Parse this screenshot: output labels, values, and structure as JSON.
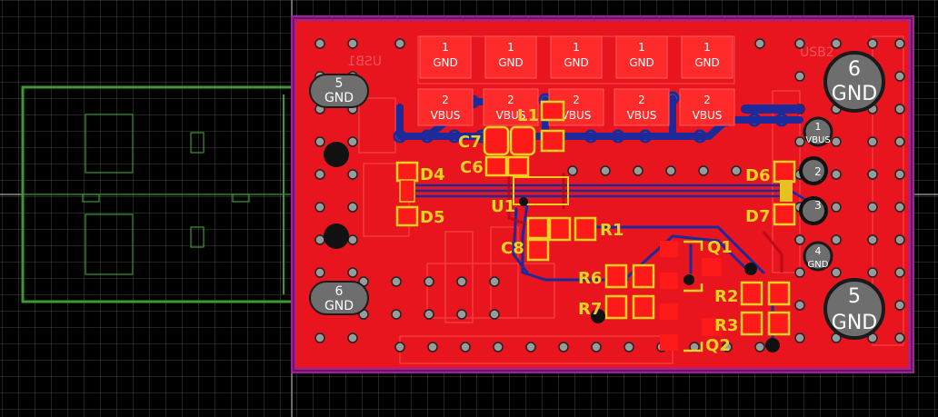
{
  "colors": {
    "background": "#000000",
    "grid": "#5a5a5a",
    "board_fill": "#e8141e",
    "board_outline": "#a020a0",
    "silk": "#f0d020",
    "silk_outline": "#ffffff",
    "copper_pad": "#ff1a1a",
    "pad_outline": "#f0d020",
    "bottom_trace": "#1e2a9a",
    "top_trace": "#d01020",
    "via": "#9a9a9a",
    "mech_outline": "#3a9a30",
    "plated_hole": "#7a7a7a"
  },
  "labels": {
    "usb_left": "USB1",
    "usb_right": "USB2",
    "pin_num_1": "1",
    "pin_num_2": "2",
    "net_gnd": "GND",
    "net_vbus": "VBUS",
    "hole_5": "5",
    "hole_6": "6",
    "hole_4": "4",
    "hole_3": "3",
    "C7": "C7",
    "C6": "C6",
    "C8": "C8",
    "L1": "L1",
    "U1": "U1",
    "D4": "D4",
    "D5": "D5",
    "D6": "D6",
    "D7": "D7",
    "R1": "R1",
    "R2": "R2",
    "R3": "R3",
    "R6": "R6",
    "R7": "R7",
    "Q1": "Q1",
    "Q2": "Q2"
  }
}
